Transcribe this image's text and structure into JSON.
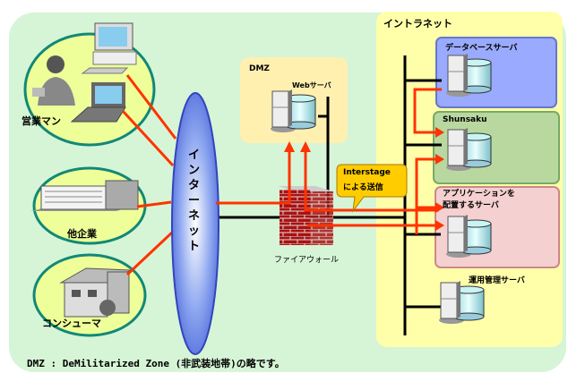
{
  "colors": {
    "background": "#d6f5d6",
    "client_ellipse": "#eeff99",
    "internet": "#6688ee",
    "dmz": "#fff0b0",
    "intranet": "#ffffaa",
    "db_box": "#99aaff",
    "shunsaku_box": "#b8d8a0",
    "app_box": "#f5d0d0",
    "link_red": "#ff3300",
    "callout": "#ffcc00"
  },
  "clients": [
    {
      "label": "営業マン"
    },
    {
      "label": "他企業"
    },
    {
      "label": "コンシューマ"
    }
  ],
  "internet": {
    "label": "インターネット"
  },
  "dmz": {
    "title": "DMZ",
    "server_label": "Webサーバ"
  },
  "firewall": {
    "label": "ファイアウォール"
  },
  "callout": {
    "line1": "Interstage",
    "line2": "による送信"
  },
  "intranet": {
    "title": "イントラネット",
    "servers": [
      {
        "label": "データベースサーバ"
      },
      {
        "label": "Shunsaku"
      },
      {
        "label": "アプリケーションを\n配置するサーバ",
        "line1": "アプリケーションを",
        "line2": "配置するサーバ"
      },
      {
        "label": "運用管理サーバ"
      }
    ]
  },
  "footnote": "DMZ : DeMilitarized Zone (非武装地帯)の略です。"
}
